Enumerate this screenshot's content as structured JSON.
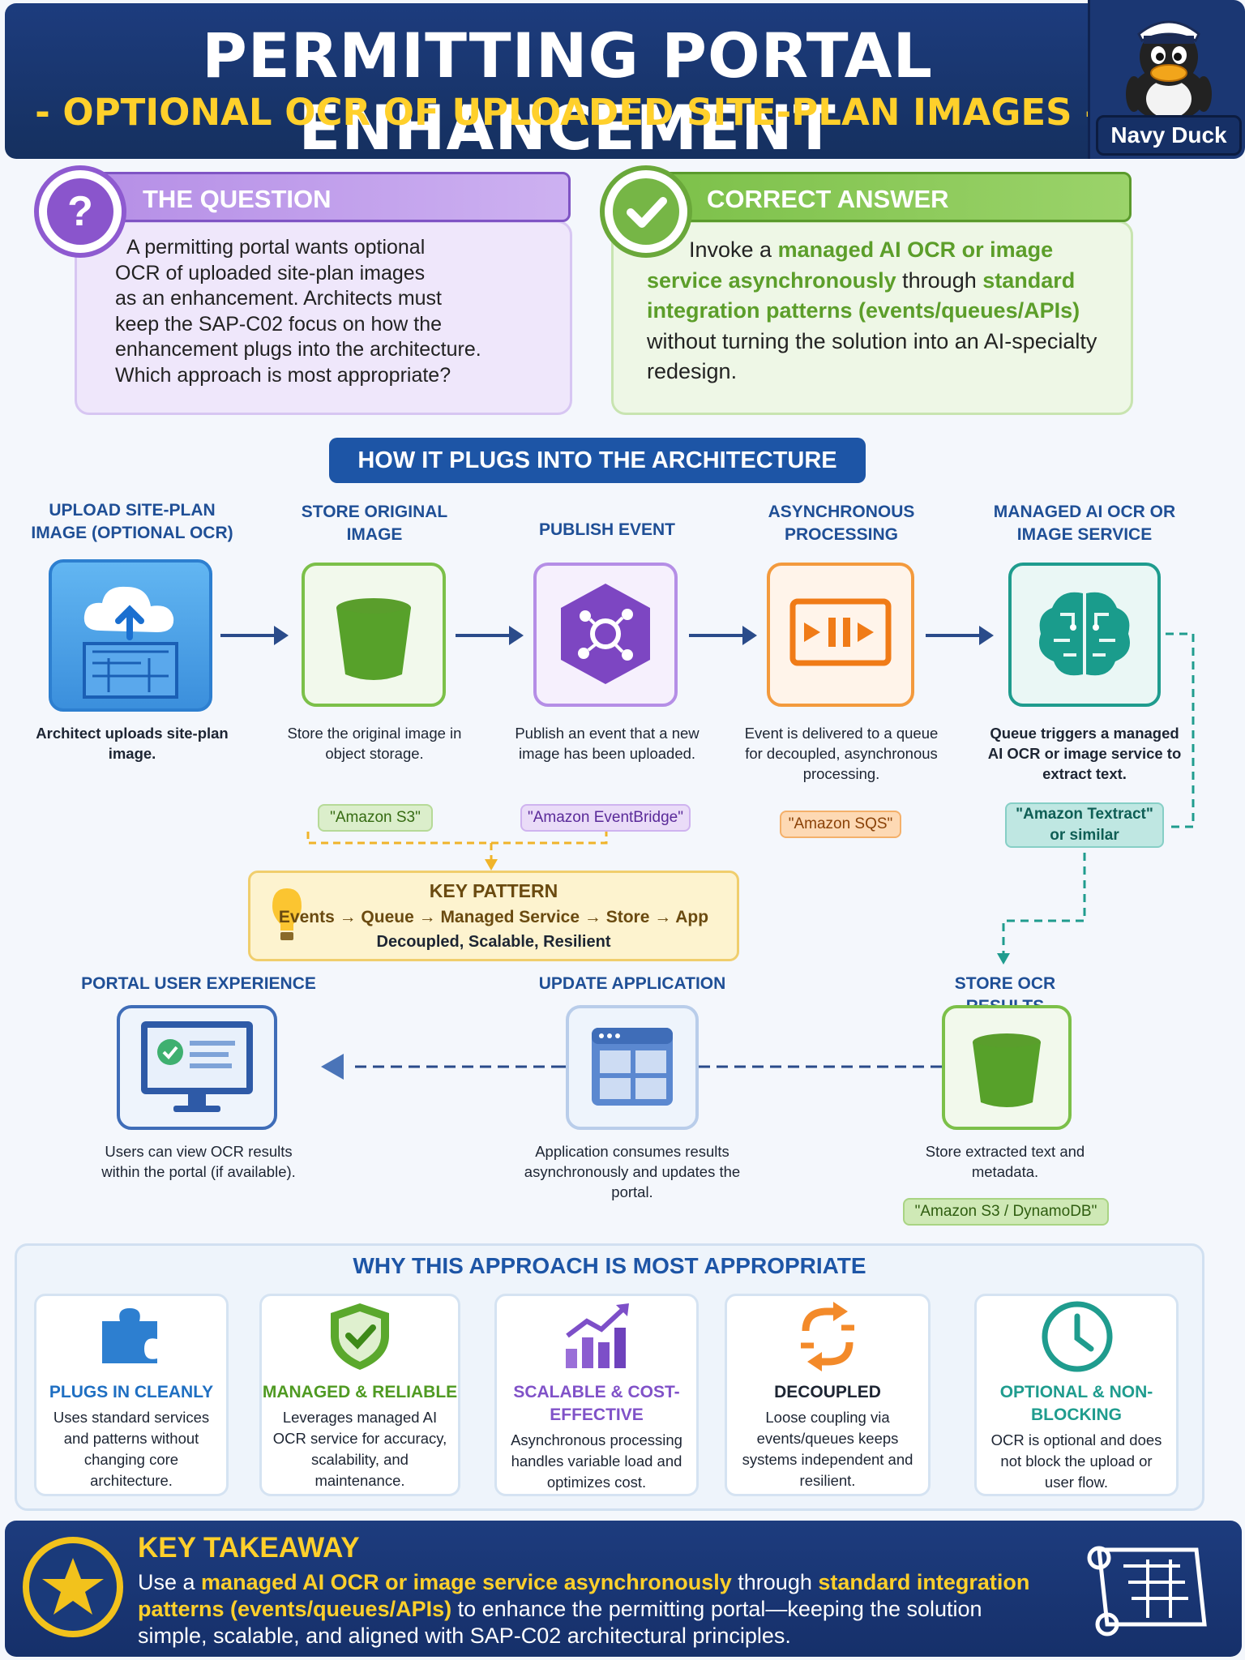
{
  "header": {
    "title": "PERMITTING PORTAL ENHANCEMENT",
    "subtitle": "- OPTIONAL OCR OF UPLOADED SITE-PLAN IMAGES -",
    "mascot_label": "Navy Duck"
  },
  "question": {
    "heading": "THE QUESTION",
    "lines": [
      "A permitting portal wants optional",
      "OCR of uploaded site-plan images",
      "as an enhancement. Architects must",
      "keep the SAP-C02 focus on how the",
      "enhancement plugs into the architecture.",
      "Which approach is most appropriate?"
    ]
  },
  "answer": {
    "heading": "CORRECT ANSWER",
    "part1": "Invoke a ",
    "hl1": "managed AI OCR or image service asynchronously",
    "part2": " through ",
    "hl2": "standard integration patterns (events/queues/APIs)",
    "part3": " without turning the solution into an AI-specialty redesign."
  },
  "architecture": {
    "heading": "HOW IT PLUGS INTO THE ARCHITECTURE",
    "steps": [
      {
        "title": "UPLOAD SITE-PLAN IMAGE (OPTIONAL OCR)",
        "desc": "Architect uploads site-plan image.",
        "icon": "cloud-upload-icon"
      },
      {
        "title": "STORE ORIGINAL IMAGE",
        "desc": "Store the original image in object storage.",
        "tag": "\"Amazon S3\"",
        "icon": "bucket-icon"
      },
      {
        "title": "PUBLISH EVENT",
        "desc": "Publish an event that a new image has been uploaded.",
        "tag": "\"Amazon EventBridge\"",
        "icon": "event-hub-icon"
      },
      {
        "title": "ASYNCHRONOUS PROCESSING",
        "desc": "Event is delivered to a queue for decoupled, asynchronous processing.",
        "tag": "\"Amazon SQS\"",
        "icon": "queue-icon"
      },
      {
        "title": "MANAGED AI OCR OR IMAGE SERVICE",
        "desc": "Queue triggers a managed AI OCR or image service to extract text.",
        "tag": "\"Amazon Textract\" or similar",
        "icon": "brain-icon"
      }
    ],
    "return_steps": [
      {
        "title": "PORTAL USER EXPERIENCE",
        "desc": "Users can view OCR results within the portal (if available).",
        "icon": "monitor-icon"
      },
      {
        "title": "UPDATE APPLICATION",
        "desc": "Application consumes results asynchronously and updates the portal.",
        "icon": "app-window-icon"
      },
      {
        "title": "STORE OCR RESULTS",
        "desc": "Store extracted text and metadata.",
        "tag": "\"Amazon S3 / DynamoDB\"",
        "icon": "bucket-icon"
      }
    ],
    "key_pattern": {
      "title": "KEY PATTERN",
      "flow": "Events → Queue → Managed Service → Store → App",
      "sub": "Decoupled, Scalable, Resilient"
    }
  },
  "why": {
    "heading": "WHY THIS APPROACH IS MOST APPROPRIATE",
    "cards": [
      {
        "title": "PLUGS IN CLEANLY",
        "desc": "Uses standard services and patterns without changing core architecture.",
        "color": "#1f6fc2",
        "icon": "puzzle-icon"
      },
      {
        "title": "MANAGED & RELIABLE",
        "desc": "Leverages managed AI OCR service for accuracy, scalability, and maintenance.",
        "color": "#4f9a22",
        "icon": "shield-check-icon"
      },
      {
        "title": "SCALABLE & COST-EFFECTIVE",
        "desc": "Asynchronous processing handles variable load and optimizes cost.",
        "color": "#8052c8",
        "icon": "growth-chart-icon"
      },
      {
        "title": "DECOUPLED",
        "desc": "Loose coupling via events/queues keeps systems independent and resilient.",
        "color": "#1d2533",
        "icon": "arrows-cycle-icon"
      },
      {
        "title": "OPTIONAL & NON-BLOCKING",
        "desc": "OCR is optional and does not block the upload or user flow.",
        "color": "#1f9c8e",
        "icon": "clock-icon"
      }
    ]
  },
  "takeaway": {
    "heading": "KEY TAKEAWAY",
    "part1": "Use a ",
    "hl1": "managed AI OCR or image service asynchronously",
    "part2": " through ",
    "hl2": "standard integration patterns (events/queues/APIs)",
    "part3": " to enhance the permitting portal—keeping the solution simple, scalable, and aligned with SAP-C02 architectural principles."
  }
}
